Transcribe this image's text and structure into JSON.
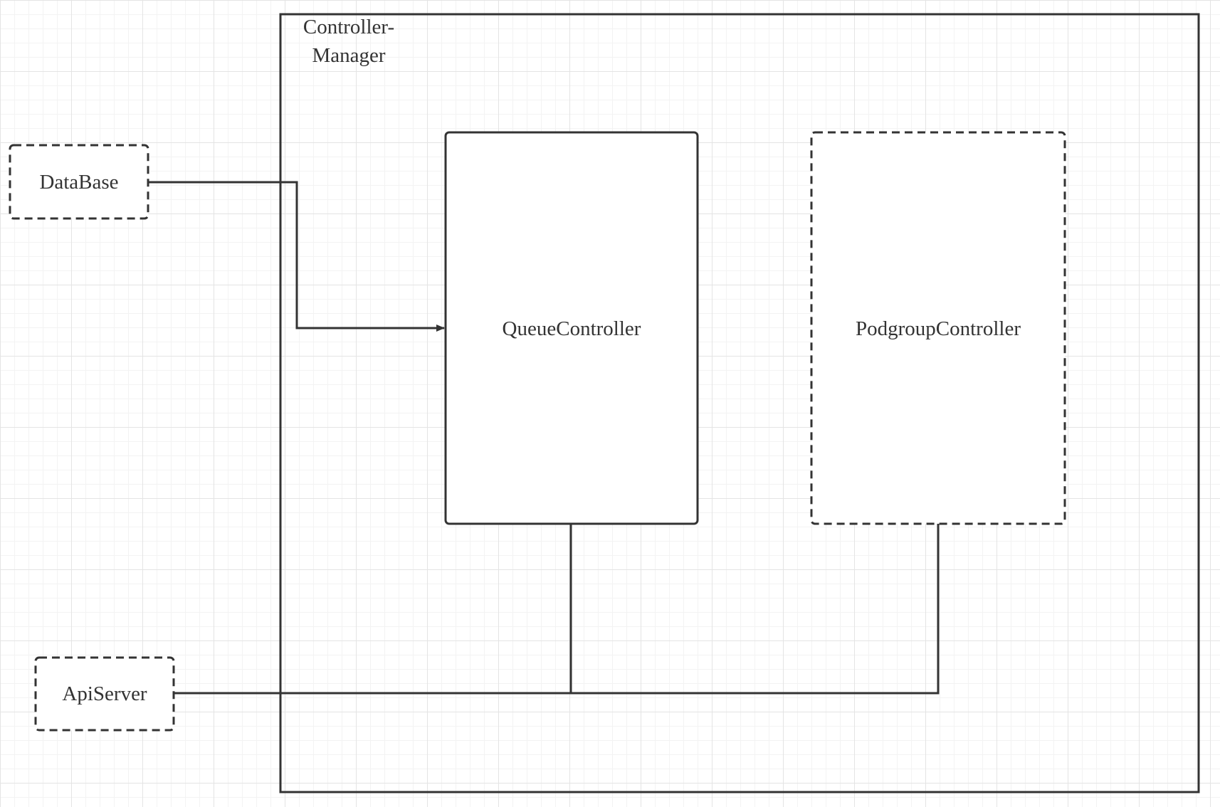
{
  "diagram": {
    "container": {
      "title_line1": "Controller-",
      "title_line2": "Manager"
    },
    "nodes": {
      "database": "DataBase",
      "apiserver": "ApiServer",
      "queue_controller": "QueueController",
      "podgroup_controller": "PodgroupController"
    },
    "colors": {
      "stroke": "#333333",
      "background": "#ffffff",
      "grid": "#e4e4e4"
    }
  }
}
